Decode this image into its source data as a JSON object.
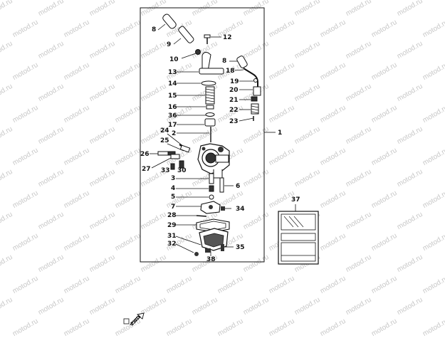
{
  "watermark_text": "motod.ru",
  "colors": {
    "line": "#111111",
    "part_fill": "#ffffff",
    "shade": "#555555",
    "watermark": "#c8c8c8"
  },
  "callouts": [
    {
      "id": "c8a",
      "label": "8"
    },
    {
      "id": "c9",
      "label": "9"
    },
    {
      "id": "c12",
      "label": "12"
    },
    {
      "id": "c8b",
      "label": "8"
    },
    {
      "id": "c10",
      "label": "10"
    },
    {
      "id": "c18",
      "label": "18"
    },
    {
      "id": "c13",
      "label": "13"
    },
    {
      "id": "c19",
      "label": "19"
    },
    {
      "id": "c14",
      "label": "14"
    },
    {
      "id": "c20",
      "label": "20"
    },
    {
      "id": "c15",
      "label": "15"
    },
    {
      "id": "c21",
      "label": "21"
    },
    {
      "id": "c16",
      "label": "16"
    },
    {
      "id": "c22",
      "label": "22"
    },
    {
      "id": "c36",
      "label": "36"
    },
    {
      "id": "c23",
      "label": "23"
    },
    {
      "id": "c17",
      "label": "17"
    },
    {
      "id": "c1",
      "label": "1"
    },
    {
      "id": "c24",
      "label": "24"
    },
    {
      "id": "c2",
      "label": "2"
    },
    {
      "id": "c25",
      "label": "25"
    },
    {
      "id": "c26",
      "label": "26"
    },
    {
      "id": "c27",
      "label": "27"
    },
    {
      "id": "c33",
      "label": "33"
    },
    {
      "id": "c30",
      "label": "30"
    },
    {
      "id": "c3",
      "label": "3"
    },
    {
      "id": "c6",
      "label": "6"
    },
    {
      "id": "c4",
      "label": "4"
    },
    {
      "id": "c5",
      "label": "5"
    },
    {
      "id": "c37",
      "label": "37"
    },
    {
      "id": "c7",
      "label": "7"
    },
    {
      "id": "c34",
      "label": "34"
    },
    {
      "id": "c28",
      "label": "28"
    },
    {
      "id": "c29",
      "label": "29"
    },
    {
      "id": "c31",
      "label": "31"
    },
    {
      "id": "c32",
      "label": "32"
    },
    {
      "id": "c35",
      "label": "35"
    },
    {
      "id": "c38",
      "label": "38"
    }
  ],
  "fwd_label": "FWD"
}
